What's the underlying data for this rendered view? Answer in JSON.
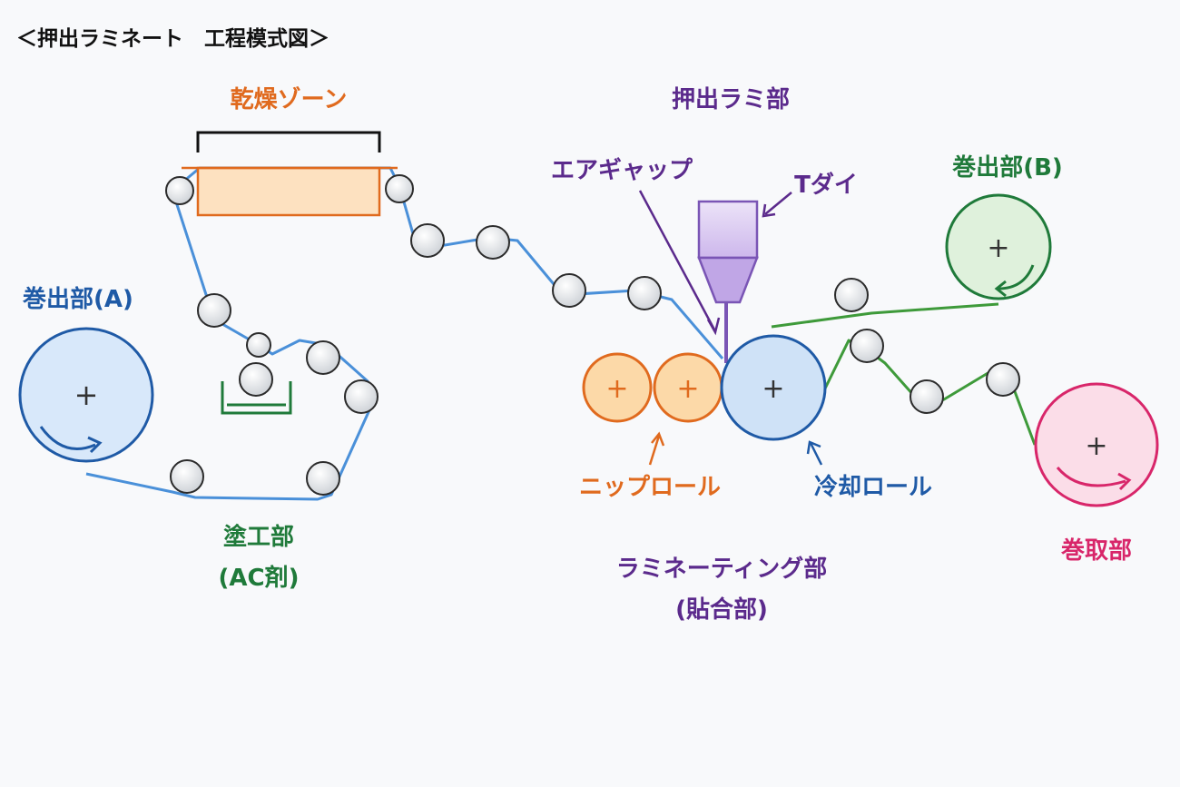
{
  "title": "＜押出ラミネート　工程模式図＞",
  "labels": {
    "unwind_a": "巻出部(A)",
    "drying_zone": "乾燥ゾーン",
    "coating_line1": "塗工部",
    "coating_line2": "(AC剤)",
    "extrusion_section": "押出ラミ部",
    "air_gap": "エアギャップ",
    "t_die": "Tダイ",
    "unwind_b": "巻出部(B)",
    "nip_roll": "ニップロール",
    "cooling_roll": "冷却ロール",
    "laminating_line1": "ラミネーティング部",
    "laminating_line2": "(貼合部)",
    "winder": "巻取部"
  },
  "colors": {
    "title": "#111111",
    "blue_label": "#1f5aa6",
    "orange_label": "#e06a1e",
    "green_label": "#1f7a3a",
    "purple_label": "#5b2a8c",
    "pink_label": "#d8266a",
    "film_blue": "#4a90d9",
    "film_green": "#3e9a3a",
    "die_purple": "#7a55b5",
    "roller_gray": "#bfc3c9"
  }
}
